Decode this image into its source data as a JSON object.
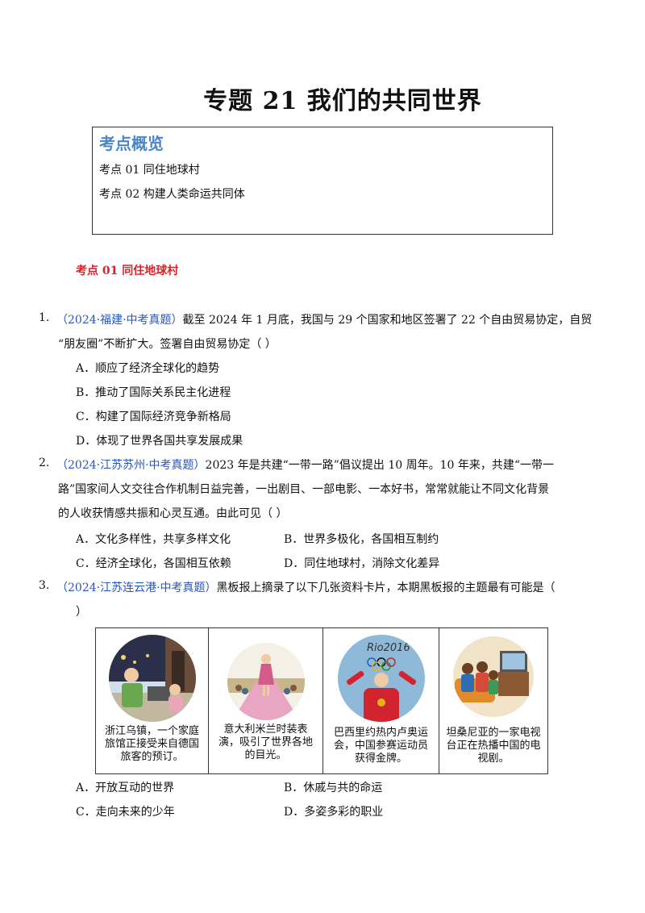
{
  "title": "专题 21 我们的共同世界",
  "overview": {
    "heading": "考点概览",
    "items": [
      "考点 01  同住地球村",
      "考点 02  构建人类命运共同体"
    ]
  },
  "section1": "考点 01  同住地球村",
  "q1": {
    "num": "1.",
    "source": "（2024·福建·中考真题）",
    "line1": "截至 2024 年 1 月底，我国与 29 个国家和地区签署了 22 个自由贸易协定，自贸",
    "line2": "“朋友圈”不断扩大。签署自由贸易协定（    ）",
    "options": [
      "A．顺应了经济全球化的趋势",
      "B．推动了国际关系民主化进程",
      "C．构建了国际经济竞争新格局",
      "D．体现了世界各国共享发展成果"
    ]
  },
  "q2": {
    "num": "2.",
    "source": "（2024·江苏苏州·中考真题）",
    "line1": "2023 年是共建“一带一路”倡议提出 10 周年。10 年来，共建“一带一",
    "line2": "路”国家间人文交往合作机制日益完善，一出剧目、一部电影、一本好书，常常就能让不同文化背景",
    "line3": "的人收获情感共振和心灵互通。由此可见（    ）",
    "options": [
      "A．文化多样性，共享多样文化",
      "B．世界多极化，各国相互制约",
      "C．经济全球化，各国相互依赖",
      "D．同住地球村，消除文化差异"
    ]
  },
  "q3": {
    "num": "3.",
    "source": "（2024·江苏连云港·中考真题）",
    "line1": "黑板报上摘录了以下几张资料卡片，本期黑板报的主题最有可能是（",
    "line2": "）",
    "cards": [
      "浙江乌镇，一个家庭旅馆正接受来自德国旅客的预订。",
      "意大利米兰时装表演，吸引了世界各地的目光。",
      "巴西里约热内卢奥运会，中国参赛运动员获得金牌。",
      "坦桑尼亚的一家电视台正在热播中国的电视剧。"
    ],
    "rio_logo": "Rio2016",
    "options": [
      "A．开放互动的世界",
      "B．休戚与共的命运",
      "C．走向未来的少年",
      "D．多姿多彩的职业"
    ]
  }
}
